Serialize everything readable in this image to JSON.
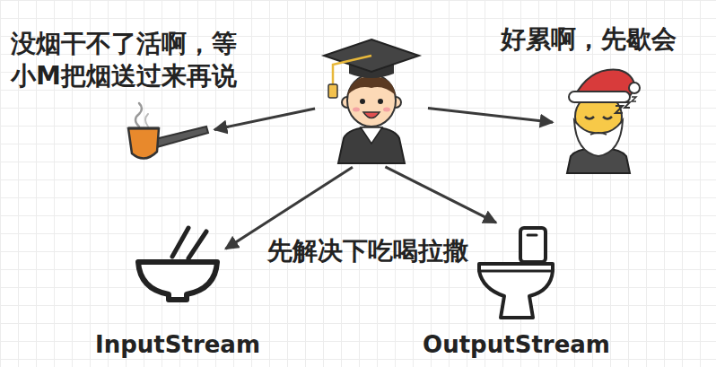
{
  "diagram": {
    "nodes": [
      {
        "text": [
          "没烟干不了活啊，等 小M把烟送过来再说"
        ]
      },
      {
        "text": []
      },
      {
        "text": [
          "好累啊，先歇会"
        ]
      },
      {
        "text": [
          "InputStream"
        ]
      },
      {
        "text": [
          "OutputStream"
        ]
      }
    ],
    "edges": [
      {
        "from": 1,
        "to": 0,
        "arrow": "to"
      },
      {
        "from": 1,
        "to": 2,
        "arrow": "to"
      },
      {
        "from": 1,
        "to": 3,
        "arrow": "to"
      },
      {
        "from": 1,
        "to": 4,
        "arrow": "to"
      }
    ],
    "labels": [
      "先解决下吃喝拉撒"
    ]
  }
}
